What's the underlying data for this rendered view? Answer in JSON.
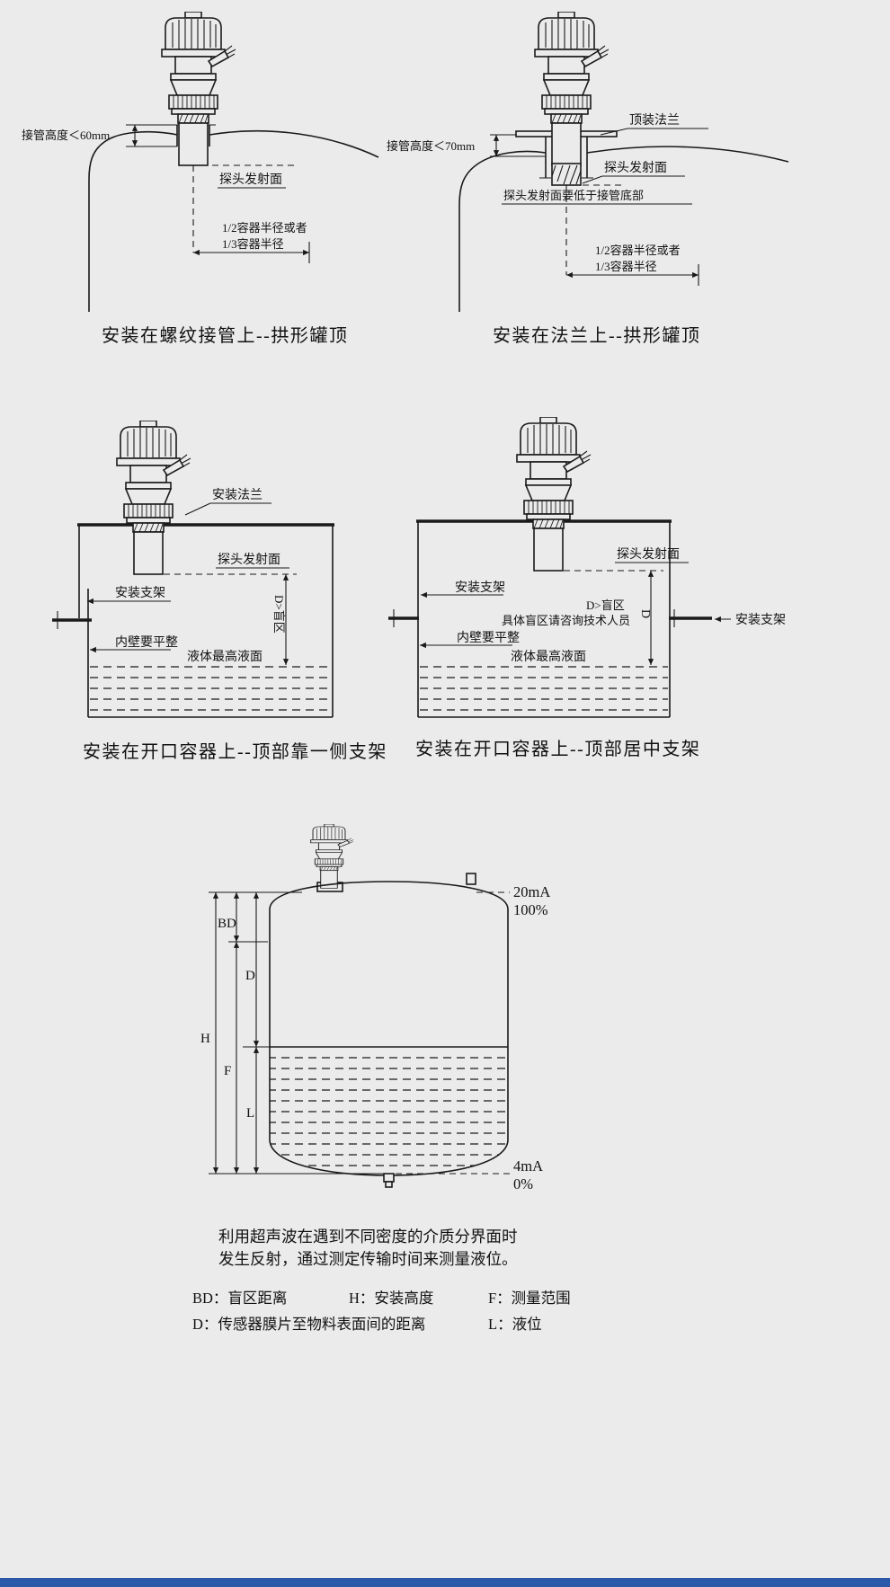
{
  "page": {
    "background": "#ebebeb",
    "line_color": "#1a1a1a",
    "footer_color": "#2b58a8"
  },
  "diagram_threaded": {
    "nozzle_height": "接管高度＜60mm",
    "probe_surface": "探头发射面",
    "radius_line1": "1/2容器半径或者",
    "radius_line2": "1/3容器半径",
    "caption": "安装在螺纹接管上--拱形罐顶"
  },
  "diagram_flange": {
    "top_flange": "顶装法兰",
    "nozzle_height": "接管高度＜70mm",
    "probe_surface": "探头发射面",
    "probe_note": "探头发射面要低于接管底部",
    "radius_line1": "1/2容器半径或者",
    "radius_line2": "1/3容器半径",
    "caption": "安装在法兰上--拱形罐顶"
  },
  "diagram_side_bracket": {
    "mount_flange": "安装法兰",
    "probe_surface": "探头发射面",
    "bracket": "安装支架",
    "blind_zone": "D>盲区",
    "wall_note": "内壁要平整",
    "max_level": "液体最高液面",
    "caption": "安装在开口容器上--顶部靠一侧支架"
  },
  "diagram_center_bracket": {
    "probe_surface": "探头发射面",
    "bracket_left": "安装支架",
    "bracket_right": "安装支架",
    "blind_zone": "D>盲区",
    "blind_note": "具体盲区请咨询技术人员",
    "distance_label": "D",
    "wall_note": "内壁要平整",
    "max_level": "液体最高液面",
    "caption": "安装在开口容器上--顶部居中支架"
  },
  "measurement": {
    "output_top": "20mA",
    "percent_top": "100%",
    "output_bottom": "4mA",
    "percent_bottom": "0%",
    "bd": "BD",
    "d": "D",
    "h": "H",
    "f": "F",
    "l": "L",
    "desc_line1": "利用超声波在遇到不同密度的介质分界面时",
    "desc_line2": "发生反射，通过测定传输时间来测量液位。",
    "legend_bd": "BD：盲区距离",
    "legend_h": "H：安装高度",
    "legend_f": "F：测量范围",
    "legend_d": "D：传感器膜片至物料表面间的距离",
    "legend_l": "L：液位"
  }
}
